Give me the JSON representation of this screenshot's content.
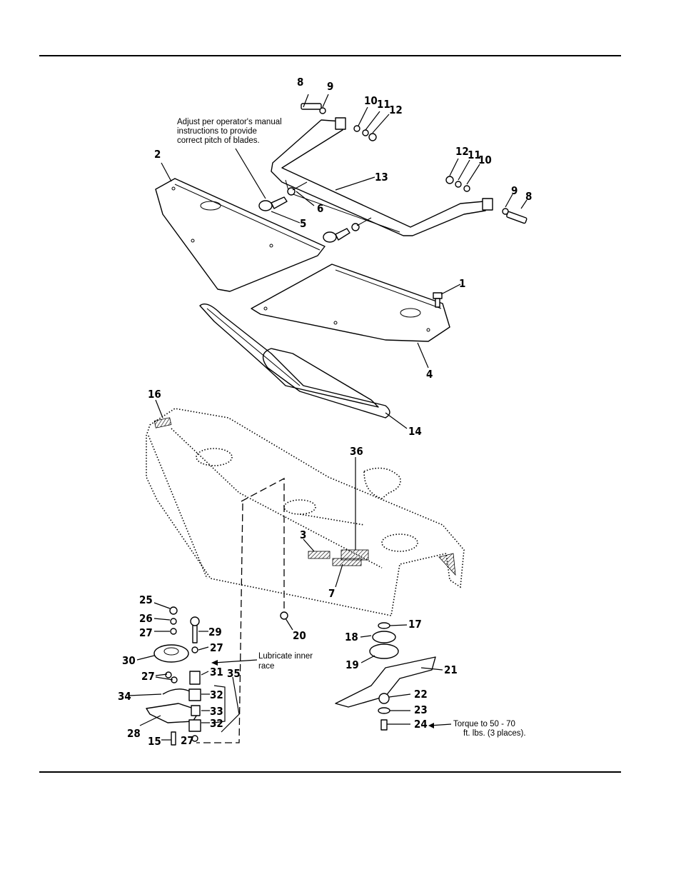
{
  "callouts": {
    "n1": "1",
    "n2": "2",
    "n3": "3",
    "n4": "4",
    "n5": "5",
    "n6": "6",
    "n7": "7",
    "n8a": "8",
    "n8b": "8",
    "n9a": "9",
    "n9b": "9",
    "n10a": "10",
    "n10b": "10",
    "n11a": "11",
    "n11b": "11",
    "n12a": "12",
    "n12b": "12",
    "n13": "13",
    "n14": "14",
    "n15": "15",
    "n16": "16",
    "n17": "17",
    "n18": "18",
    "n19": "19",
    "n20": "20",
    "n21": "21",
    "n22": "22",
    "n23": "23",
    "n24": "24",
    "n25": "25",
    "n26": "26",
    "n27a": "27",
    "n27b": "27",
    "n27c": "27",
    "n27d": "27",
    "n28": "28",
    "n29": "29",
    "n30": "30",
    "n31": "31",
    "n32a": "32",
    "n32b": "32",
    "n33": "33",
    "n34": "34",
    "n35": "35",
    "n36": "36"
  },
  "notes": {
    "pitch_line1": "Adjust per operator's manual",
    "pitch_line2": "instructions to provide",
    "pitch_line3": "correct pitch of blades.",
    "lube_line1": "Lubricate inner",
    "lube_line2": "race",
    "torque_line1": "Torque to 50 - 70",
    "torque_line2": "ft. lbs. (3 places)."
  }
}
